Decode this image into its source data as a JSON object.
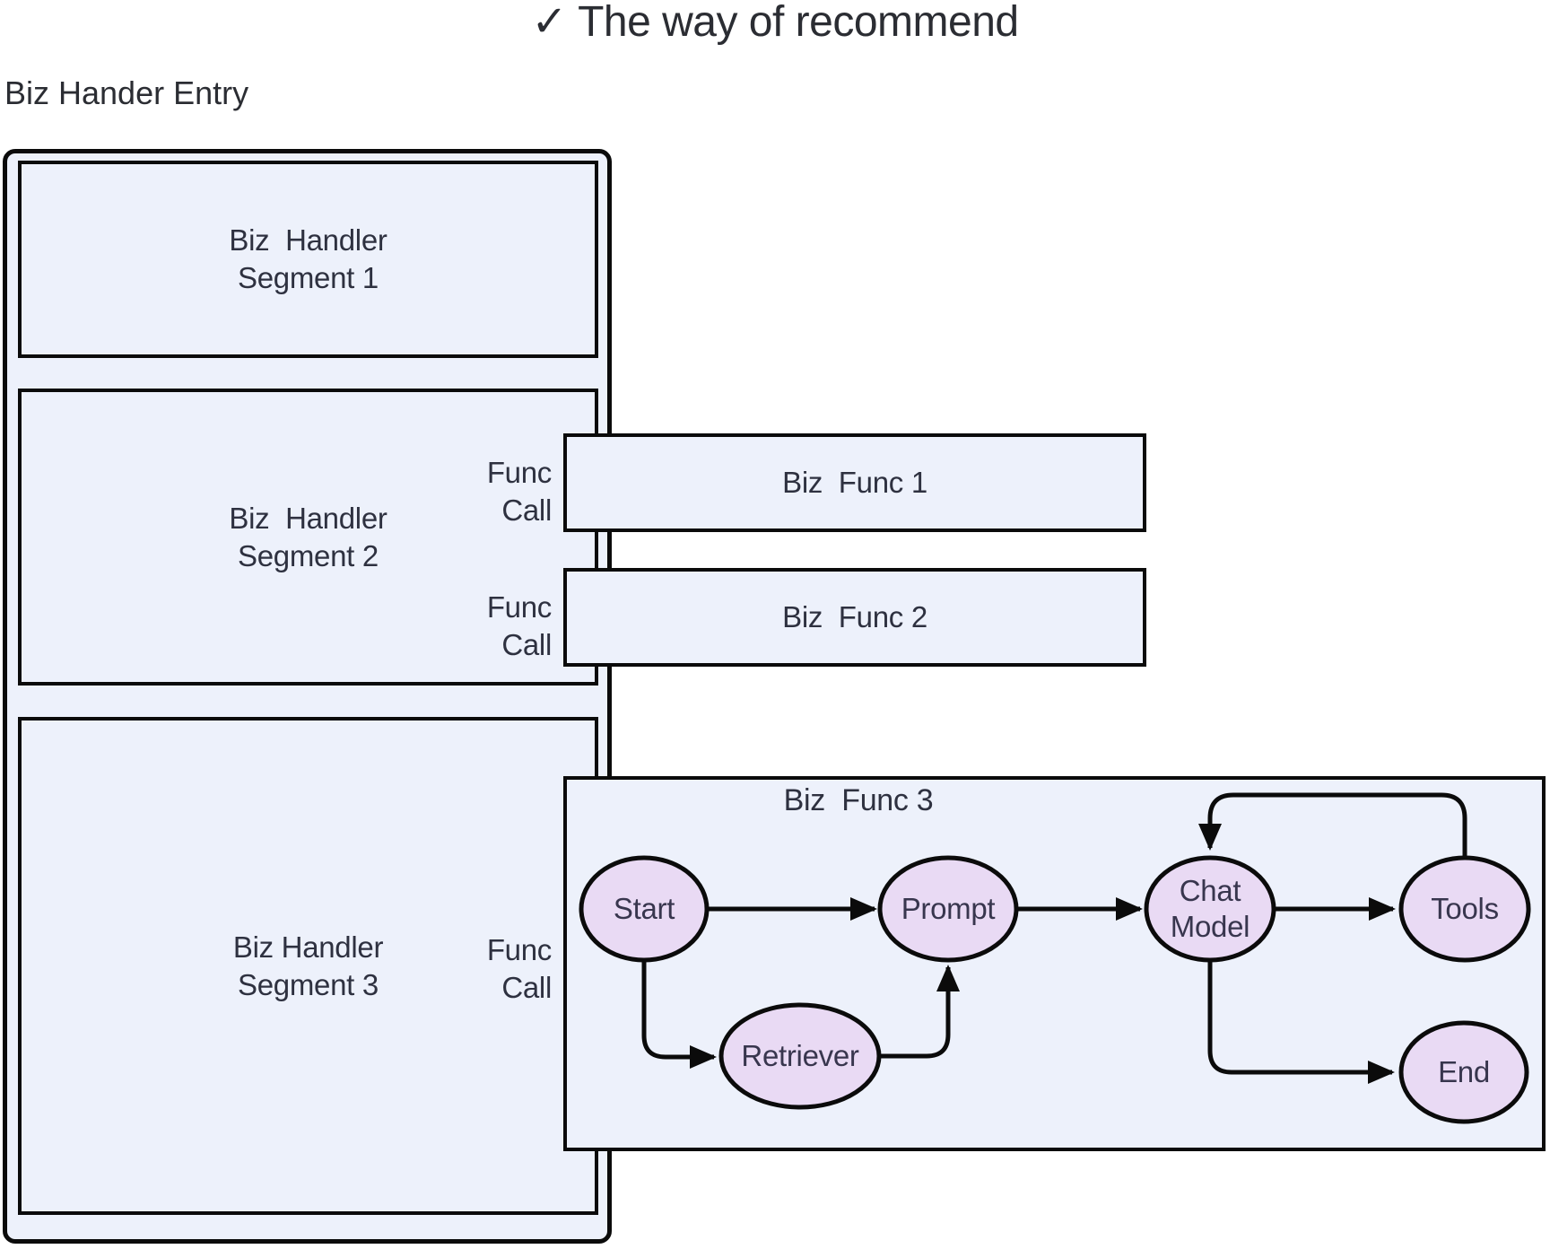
{
  "title": "✓ The way of recommend",
  "entry_label": "Biz Hander Entry",
  "segments": [
    {
      "line1": "Biz  Handler",
      "line2": "Segment 1"
    },
    {
      "line1": "Biz  Handler",
      "line2": "Segment 2"
    },
    {
      "line1": "Biz Handler",
      "line2": "Segment 3"
    }
  ],
  "func_call": {
    "line1": "Func",
    "line2": "Call"
  },
  "func_boxes": [
    {
      "label": "Biz  Func 1"
    },
    {
      "label": "Biz  Func 2"
    },
    {
      "label": "Biz  Func 3"
    }
  ],
  "flow": {
    "nodes": {
      "start": "Start",
      "prompt": "Prompt",
      "retriever": "Retriever",
      "chat_model": "Chat Model",
      "tools": "Tools",
      "end": "End"
    },
    "edges": [
      {
        "from": "Start",
        "to": "Prompt"
      },
      {
        "from": "Start",
        "to": "Retriever"
      },
      {
        "from": "Retriever",
        "to": "Prompt"
      },
      {
        "from": "Prompt",
        "to": "Chat Model"
      },
      {
        "from": "Chat Model",
        "to": "Tools"
      },
      {
        "from": "Tools",
        "to": "Chat Model"
      },
      {
        "from": "Chat Model",
        "to": "End"
      }
    ]
  },
  "colors": {
    "box_fill": "#EDF1FB",
    "node_fill": "#E9DAF4",
    "stroke": "#0B0B0B",
    "heading_text": "#2B2D33",
    "body_text": "#2E3140",
    "node_text": "#38364E"
  }
}
